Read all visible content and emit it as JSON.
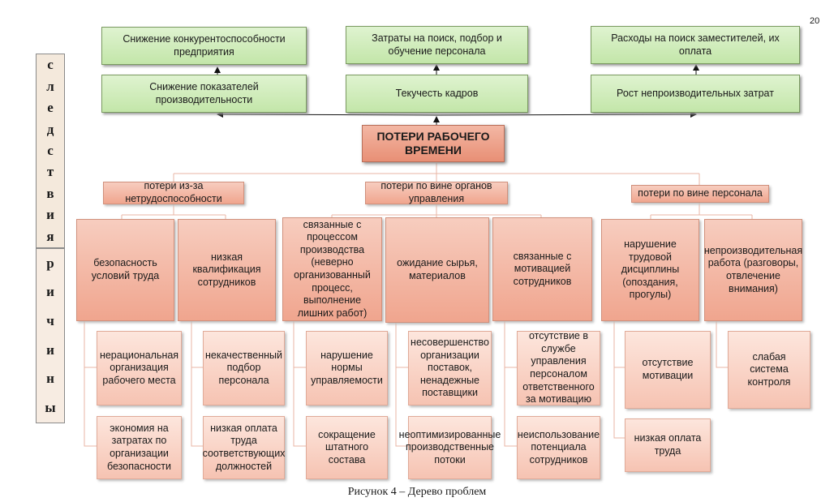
{
  "page_number": "20",
  "side_labels": {
    "consequences": [
      "с",
      "л",
      "е",
      "д",
      "с",
      "т",
      "в",
      "и",
      "я"
    ],
    "causes": [
      "р",
      "и",
      "ч",
      "и",
      "н",
      "ы"
    ]
  },
  "consequences_top": [
    "Снижение конкурентоспособности предприятия",
    "Затраты на поиск, подбор и обучение персонала",
    "Расходы на поиск заместителей, их оплата"
  ],
  "consequences_bottom": [
    "Снижение показателей производительности",
    "Текучесть кадров",
    "Рост непроизводительных затрат"
  ],
  "root": "ПОТЕРИ РАБОЧЕГО ВРЕМЕНИ",
  "branches": [
    "потери из-за нетрудоспособности",
    "потери по вине органов управления",
    "потери по вине персонала"
  ],
  "causes_level1": [
    "безопасность условий труда",
    "низкая квалификация сотрудников",
    "связанные с процессом производства (неверно организованный процесс, выполнение лишних работ)",
    "ожидание сырья, материалов",
    "связанные с мотивацией сотрудников",
    "нарушение трудовой дисциплины (опоздания, прогулы)",
    "непроизводительная работа (разговоры, отвлечение внимания)"
  ],
  "causes_level2": [
    "нерациональная организация рабочего места",
    "экономия на затратах по организации безопасности",
    "некачественный подбор персонала",
    "низкая оплата труда соответствующих должностей",
    "нарушение нормы управляемости",
    "сокращение штатного состава",
    "несовершенство организации поставок, ненадежные поставщики",
    "неоптимизированные производственные потоки",
    "отсутствие в службе управления персоналом ответственного за мотивацию",
    "неиспользование потенциала сотрудников",
    "отсутствие мотивации",
    "низкая оплата труда",
    "слабая система контроля"
  ],
  "caption": "Рисунок 4 – Дерево проблем"
}
